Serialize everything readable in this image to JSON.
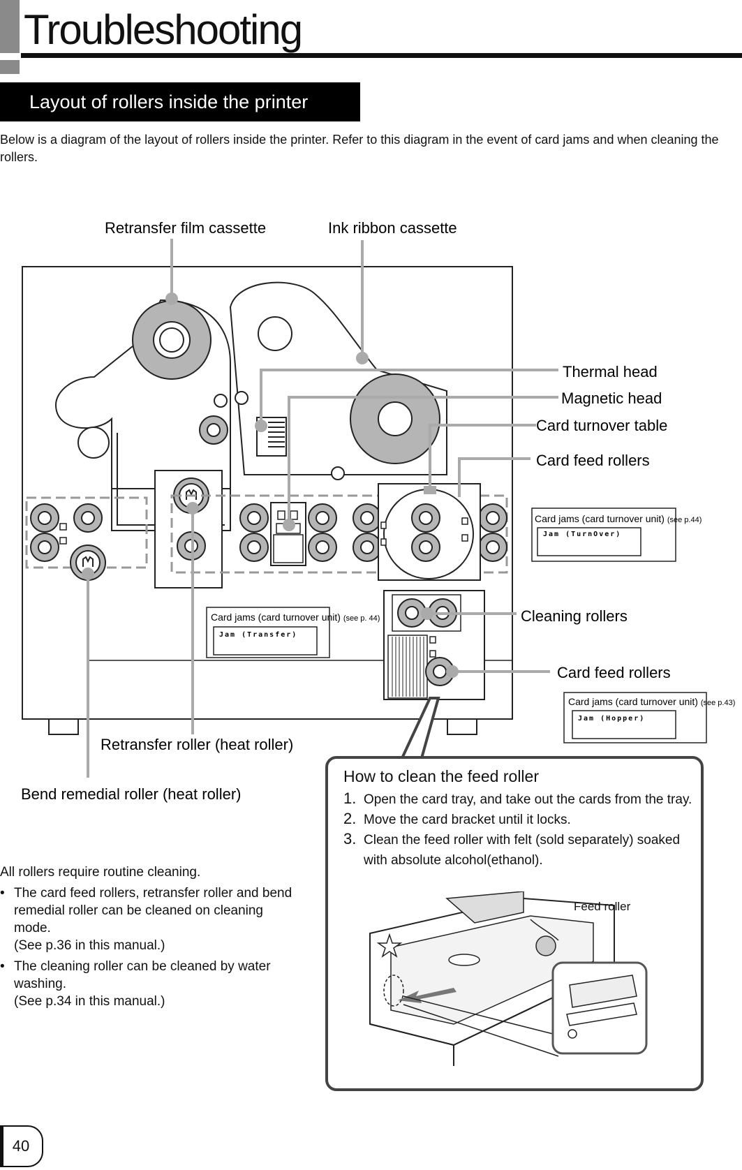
{
  "header": {
    "title": "Troubleshooting",
    "section": "Layout of rollers inside the printer"
  },
  "intro": "Below is a diagram of the layout of rollers inside the printer. Refer to this diagram in the event of card jams and when cleaning the rollers.",
  "diagram": {
    "labels": {
      "retransfer_film_cassette": "Retransfer film cassette",
      "ink_ribbon_cassette": "Ink ribbon cassette",
      "thermal_head": "Thermal head",
      "magnetic_head": "Magnetic head",
      "card_turnover_table": "Card turnover table",
      "card_feed_rollers_top": "Card feed rollers",
      "cleaning_rollers": "Cleaning rollers",
      "card_feed_rollers_bottom": "Card feed rollers",
      "retransfer_roller": "Retransfer roller (heat roller)",
      "bend_remedial_roller": "Bend remedial roller (heat roller)"
    },
    "jam_boxes": {
      "turnover": {
        "caption": "Card jams (card turnover unit)",
        "ref": "(see p.44)",
        "screen": "Jam (TurnOver)"
      },
      "transfer": {
        "caption": "Card jams (card turnover unit)",
        "ref": "(see p. 44)",
        "screen": "Jam (Transfer)"
      },
      "hopper": {
        "caption": "Card jams (card turnover unit)",
        "ref": "(see p.43)",
        "screen": "Jam (Hopper)"
      }
    }
  },
  "notes": {
    "lead": "All rollers require routine cleaning.",
    "bullet_char": "•",
    "items": [
      {
        "text": "The card feed rollers, retransfer roller and bend remedial roller can be cleaned on cleaning mode.",
        "ref": "(See p.36 in this manual.)"
      },
      {
        "text": "The cleaning roller can be cleaned by water washing.",
        "ref": "(See p.34 in this manual.)"
      }
    ]
  },
  "howto": {
    "title": "How to clean the feed roller",
    "steps": [
      {
        "num": "1.",
        "text": "Open the card tray, and take out the cards from the tray."
      },
      {
        "num": "2.",
        "text": "Move the card bracket until it locks."
      },
      {
        "num": "3.",
        "text": "Clean the feed roller with felt (sold separately) soaked with absolute alcohol(ethanol)."
      }
    ],
    "figure_label": "Feed roller"
  },
  "page_number": "40",
  "colors": {
    "accent_gray": "#8a8a8a",
    "leader_gray": "#aaaaaa",
    "roller_gray": "#b3b3b3",
    "banner": "#000000"
  }
}
